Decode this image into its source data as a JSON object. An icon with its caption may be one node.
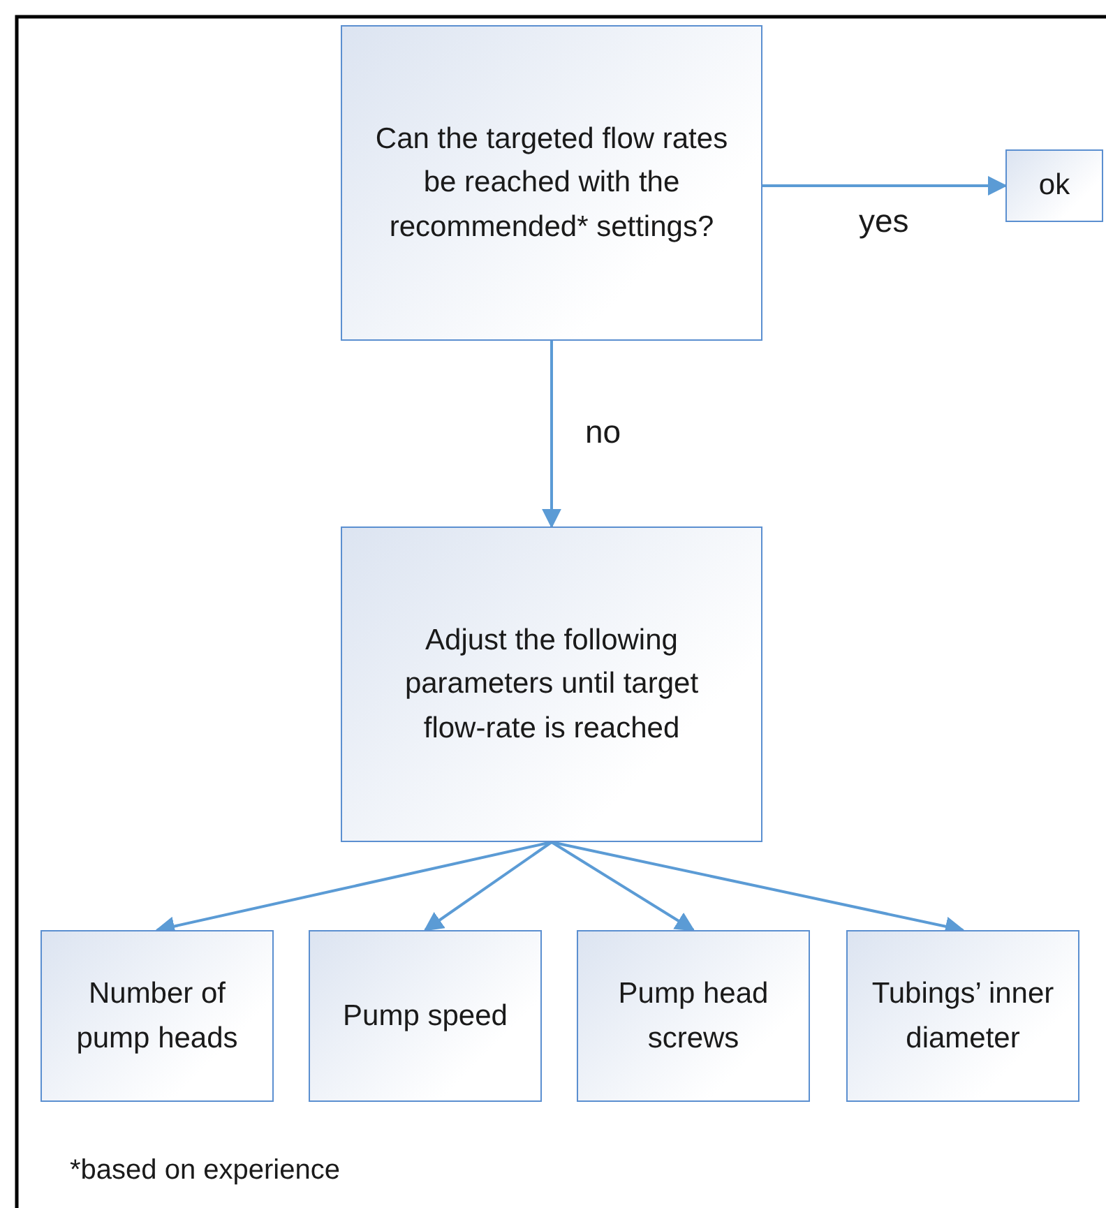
{
  "diagram": {
    "nodes": [
      {
        "text": [
          "Can the targeted flow rates be reached with the recommended* settings?"
        ]
      },
      {
        "text": [
          "ok"
        ]
      },
      {
        "text": [
          "Adjust the following parameters until target flow-rate is reached"
        ]
      },
      {
        "text": [
          "Number of pump heads"
        ]
      },
      {
        "text": [
          "Pump speed"
        ]
      },
      {
        "text": [
          "Pump head screws"
        ]
      },
      {
        "text": [
          "Tubings’ inner diameter"
        ]
      }
    ],
    "edges": [
      {
        "from": 0,
        "to": 1,
        "arrow": "to",
        "label": "yes"
      },
      {
        "from": 0,
        "to": 2,
        "arrow": "to",
        "label": "no"
      },
      {
        "from": 2,
        "to": 3,
        "arrow": "to"
      },
      {
        "from": 2,
        "to": 4,
        "arrow": "to"
      },
      {
        "from": 2,
        "to": 5,
        "arrow": "to"
      },
      {
        "from": 2,
        "to": 6,
        "arrow": "to"
      }
    ],
    "labels": [
      "*based on experience"
    ]
  }
}
